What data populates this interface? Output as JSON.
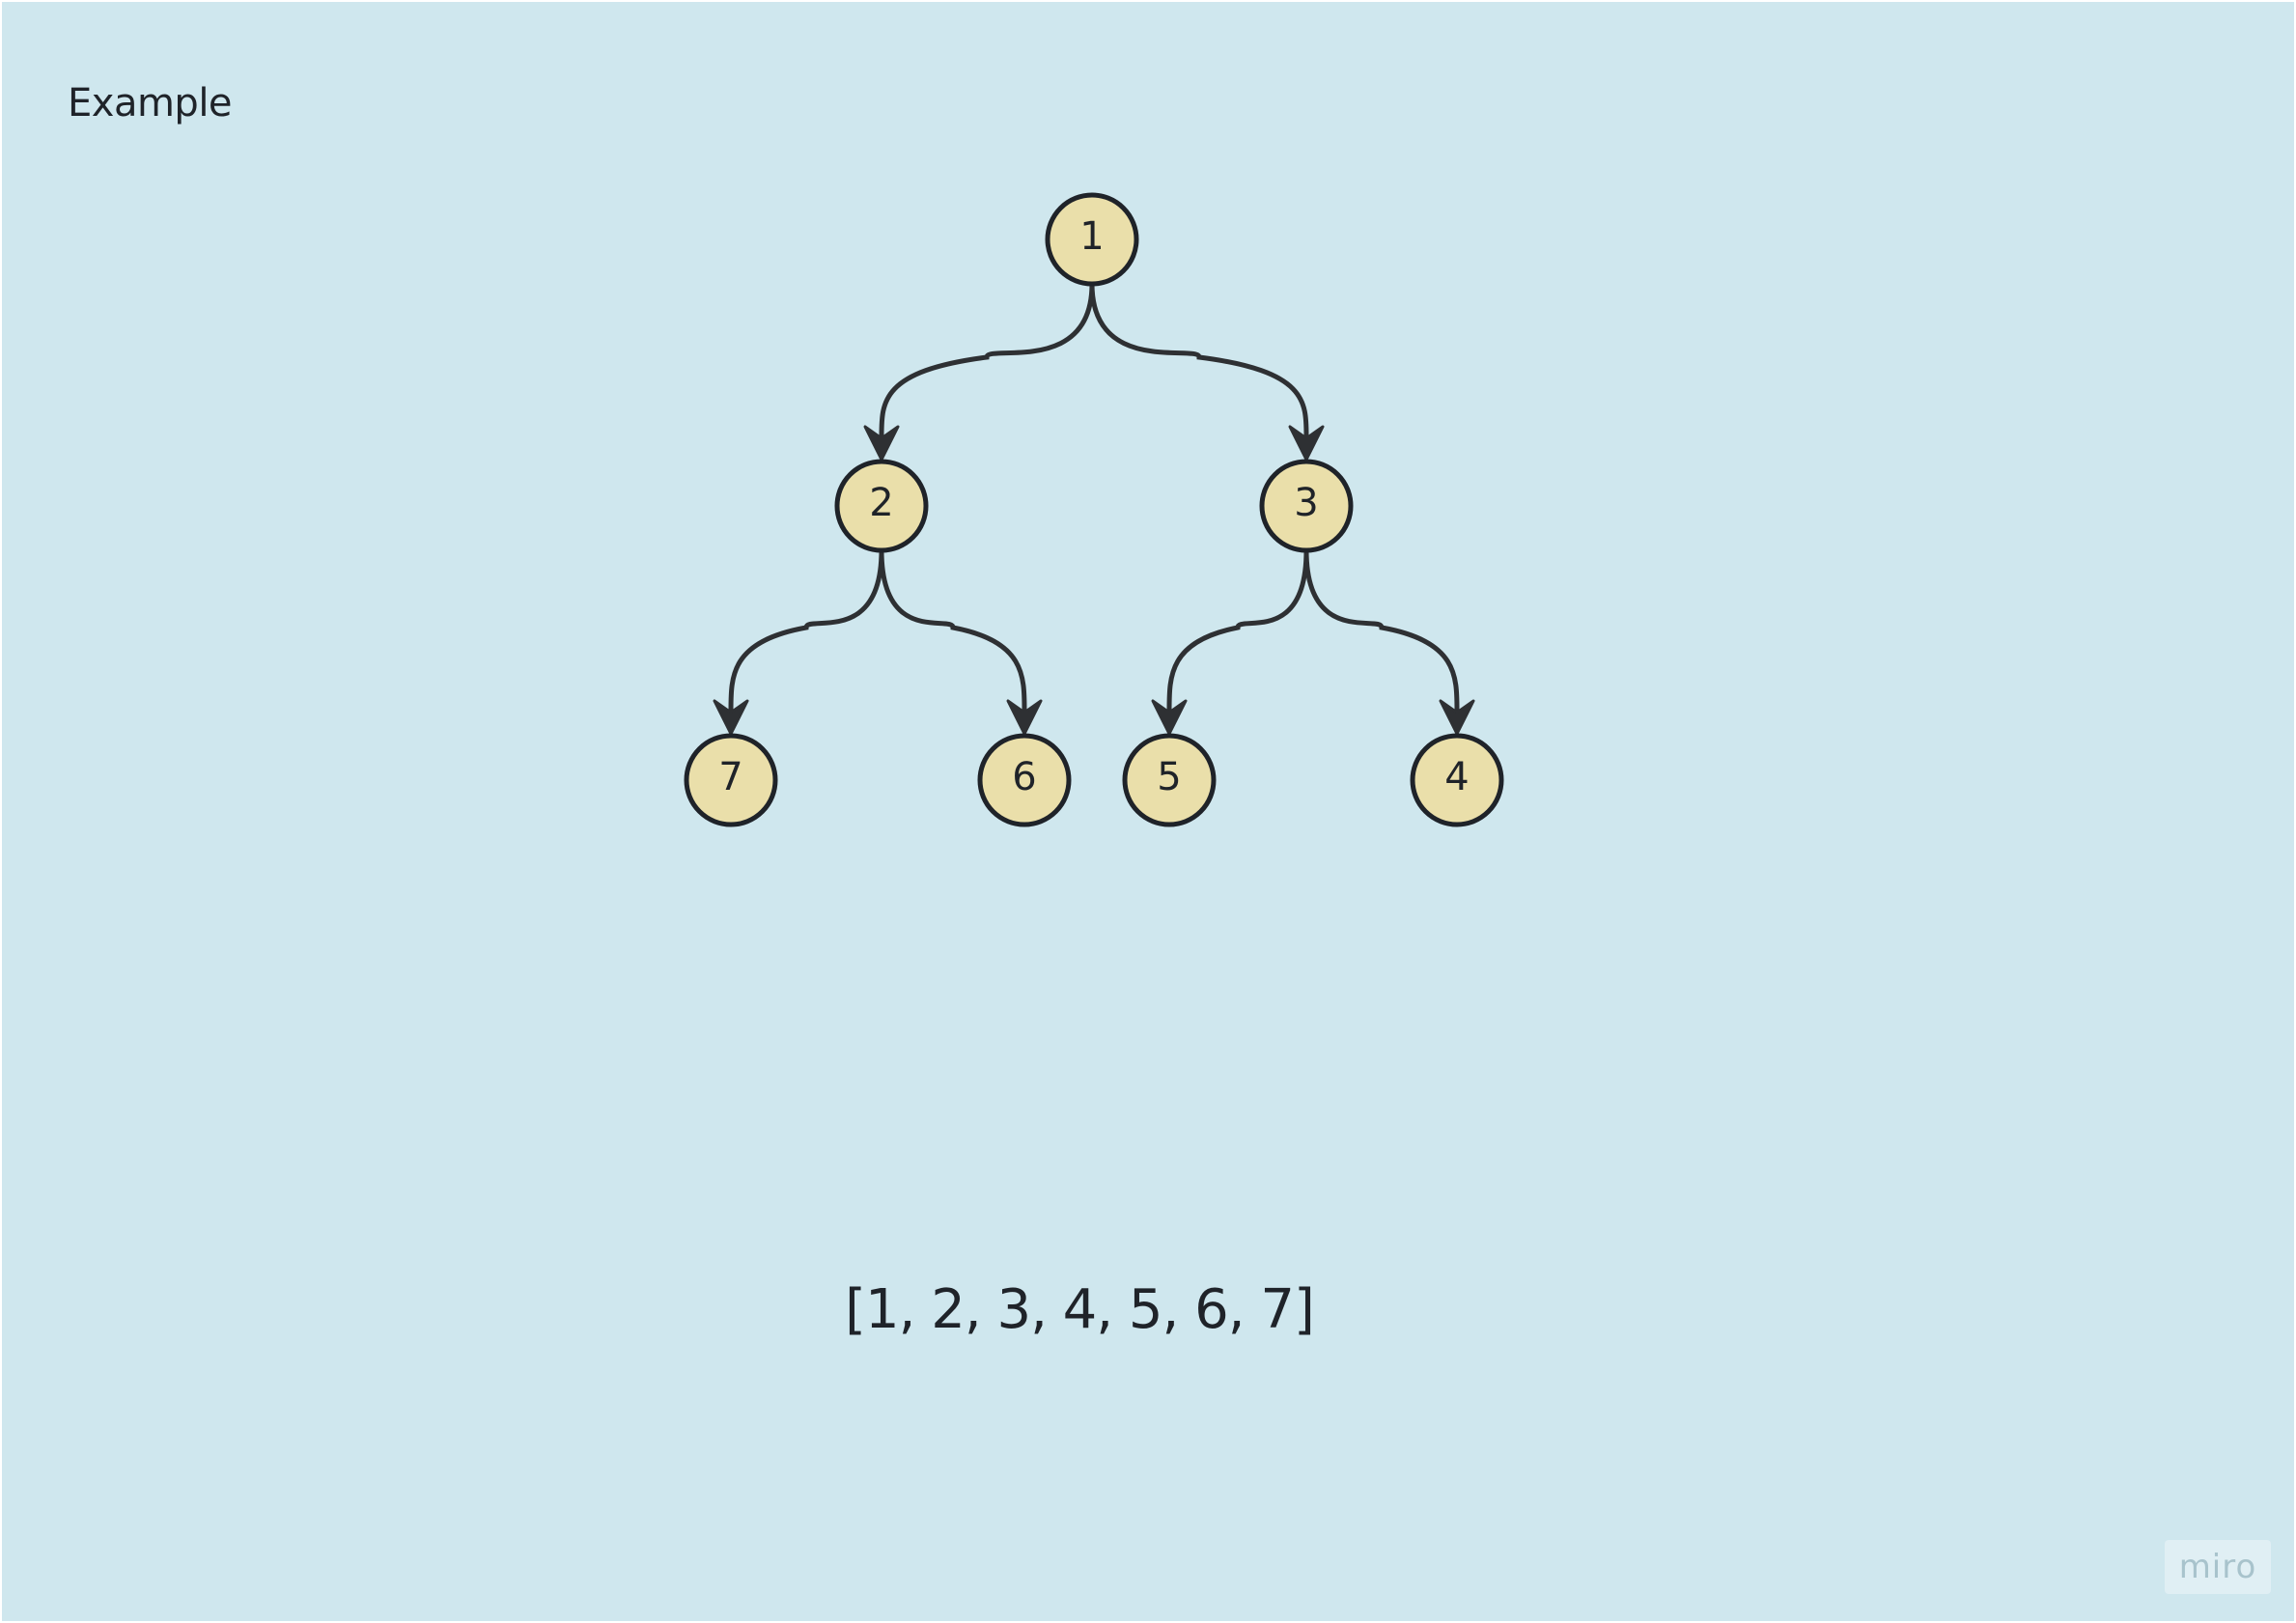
{
  "frame": {
    "title": "Example"
  },
  "tree": {
    "nodes": [
      {
        "id": "n1",
        "label": "1"
      },
      {
        "id": "n2",
        "label": "2"
      },
      {
        "id": "n3",
        "label": "3"
      },
      {
        "id": "n7",
        "label": "7"
      },
      {
        "id": "n6",
        "label": "6"
      },
      {
        "id": "n5",
        "label": "5"
      },
      {
        "id": "n4",
        "label": "4"
      }
    ],
    "edges": [
      {
        "from": "n1",
        "to": "n2"
      },
      {
        "from": "n1",
        "to": "n3"
      },
      {
        "from": "n2",
        "to": "n7"
      },
      {
        "from": "n2",
        "to": "n6"
      },
      {
        "from": "n3",
        "to": "n5"
      },
      {
        "from": "n3",
        "to": "n4"
      }
    ]
  },
  "array_text": "[1, 2, 3, 4, 5, 6, 7]",
  "watermark": {
    "label": "miro"
  },
  "colors": {
    "background": "#cfe7ee",
    "node_fill": "#eadfaa",
    "stroke": "#1f2329"
  }
}
